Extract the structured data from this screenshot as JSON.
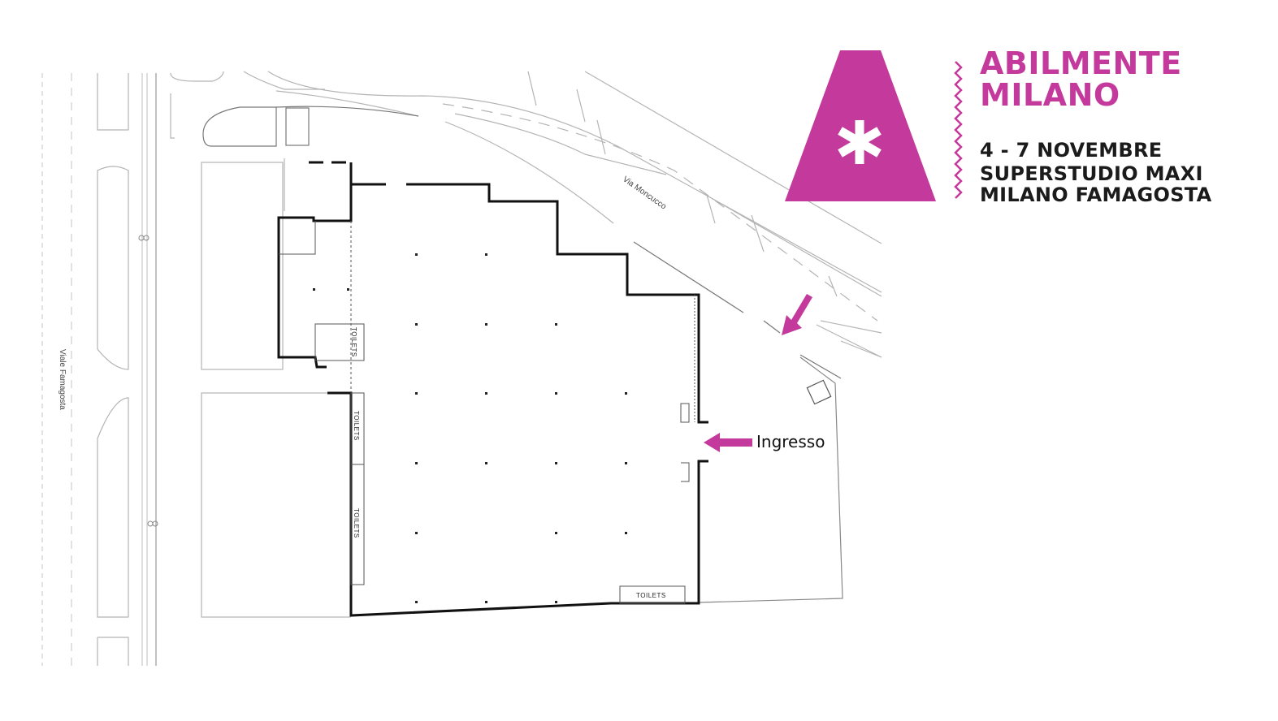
{
  "colors": {
    "accent": "#c43a9c",
    "wall": "#111111",
    "street": "#aaaaaa",
    "text_dark": "#1b1b1b"
  },
  "brand": {
    "logo_glyph": "A",
    "logo_symbol": "*",
    "title_line1": "ABILMENTE",
    "title_line2": "MILANO",
    "dates": "4 - 7 NOVEMBRE",
    "venue_line1": "SUPERSTUDIO MAXI",
    "venue_line2": "MILANO FAMAGOSTA"
  },
  "map": {
    "street_left": "Viale Famagosta",
    "street_top": "Via Moncucco",
    "toilets": [
      "TOILETS",
      "TOILETS",
      "TOILETS",
      "TOILETS"
    ],
    "entrance_label": "Ingresso",
    "icons": [
      "entrance-arrow-icon",
      "approach-arrow-icon",
      "bicycle-icon"
    ]
  }
}
